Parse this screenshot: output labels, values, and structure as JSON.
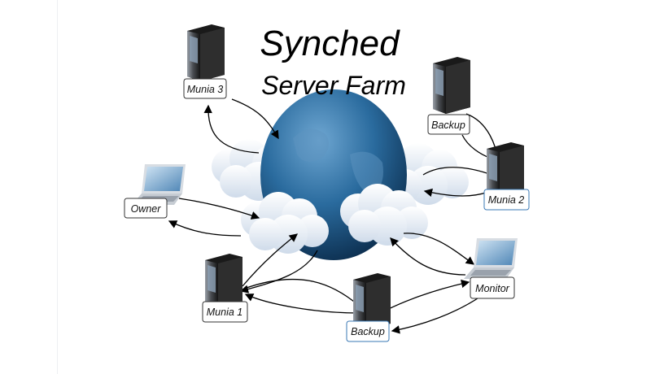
{
  "title": {
    "line1": "Synched",
    "line2": "Server Farm"
  },
  "nodes": {
    "munia3": "Munia 3",
    "backup_top": "Backup",
    "munia2": "Munia 2",
    "owner": "Owner",
    "munia1": "Munia 1",
    "backup_bottom": "Backup",
    "monitor": "Monitor"
  },
  "colors": {
    "globe": "#1d5a8c",
    "cloud": "#e4ecf6",
    "server": "#2b2b2b",
    "arrow": "#000000"
  }
}
